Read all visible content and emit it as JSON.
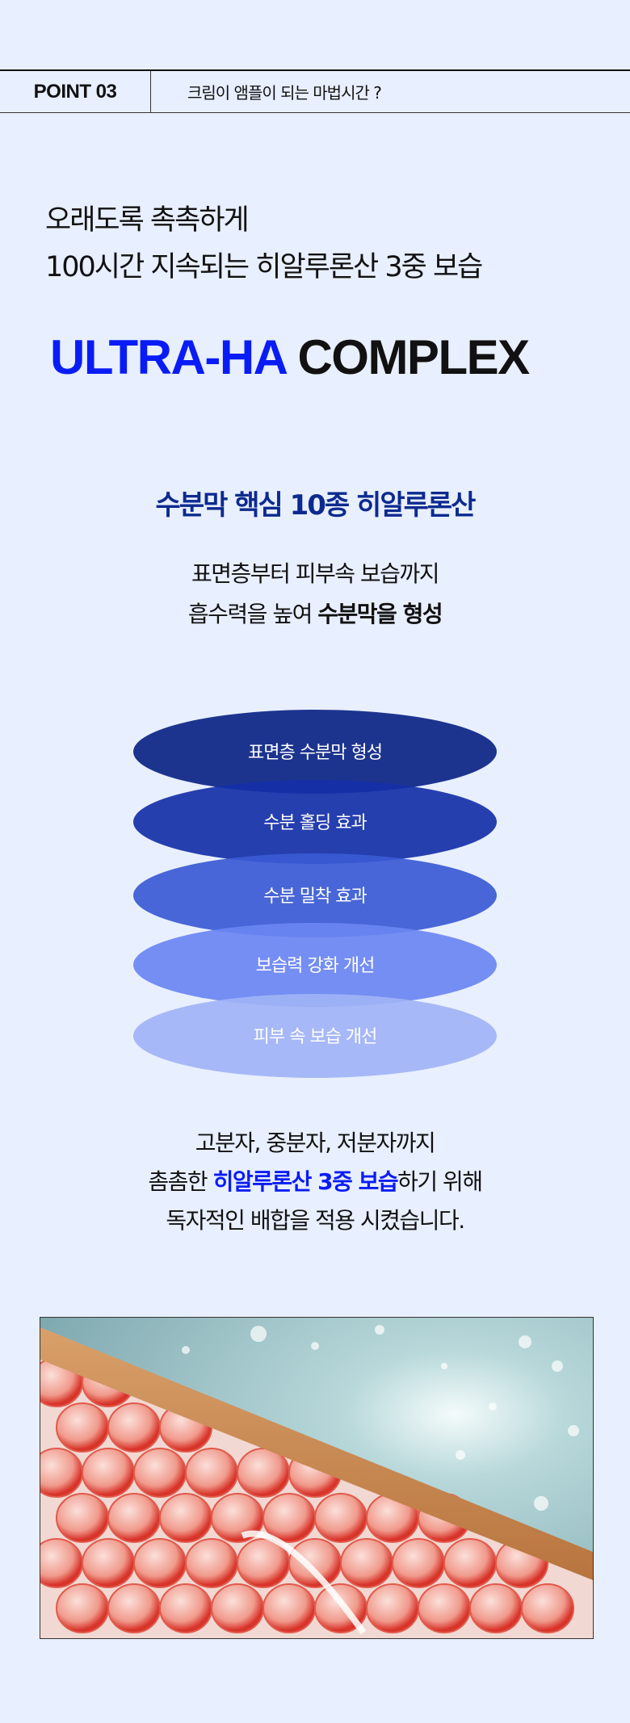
{
  "header": {
    "point_label": "POINT 03",
    "subtitle": "크림이 앰플이 되는 마법시간 ?"
  },
  "headline": {
    "line1": "오래도록 촉촉하게",
    "line2": "100시간 지속되는 히알루론산 3중 보습"
  },
  "brand": {
    "part1": "ULTRA-HA",
    "part2": "COMPLEX"
  },
  "section": {
    "title": "수분막 핵심 10종 히알루론산",
    "line1": "표면층부터 피부속 보습까지",
    "line2_normal": "흡수력을 높여 ",
    "line2_bold": "수분막을 형성"
  },
  "layers": [
    {
      "label": "표면층 수분막 형성",
      "color": "#0b2486"
    },
    {
      "label": "수분 홀딩 효과",
      "color": "#1530a8"
    },
    {
      "label": "수분 밀착 효과",
      "color": "#3a5ad4"
    },
    {
      "label": "보습력 강화 개선",
      "color": "#6a86f2"
    },
    {
      "label": "피부 속 보습 개선",
      "color": "#9fb3f6"
    }
  ],
  "closing": {
    "line1": "고분자, 중분자, 저분자까지",
    "line2_pre": "촘촘한 ",
    "line2_highlight": "히알루론산 3중 보습",
    "line2_post": "하기 위해",
    "line3": "독자적인 배합을 적용 시켰습니다."
  },
  "colors": {
    "background": "#e8effe",
    "accent": "#0a1cf5",
    "navy": "#0d2a8f"
  }
}
